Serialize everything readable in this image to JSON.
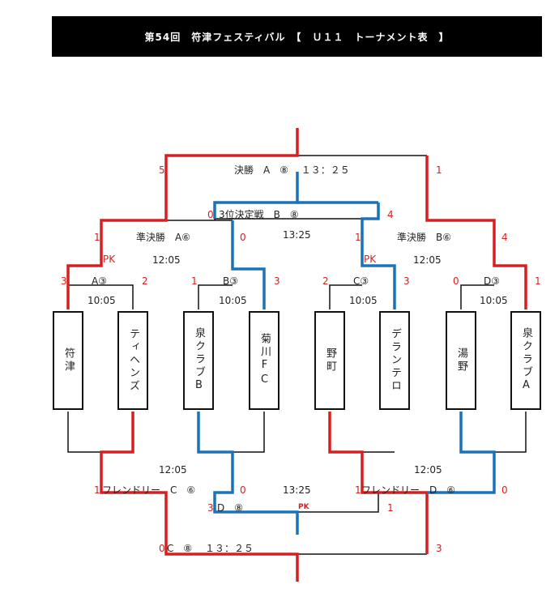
{
  "header": {
    "title": "第54回　符津フェスティバル　【　Ｕ１１　トーナメント表　】"
  },
  "teams": [
    {
      "name": "符津"
    },
    {
      "name": "ティヘンズ"
    },
    {
      "name": "泉クラブB"
    },
    {
      "name": "菊川FC"
    },
    {
      "name": "野町"
    },
    {
      "name": "デランテロ"
    },
    {
      "name": "湯野"
    },
    {
      "name": "泉クラブA"
    }
  ],
  "labels": {
    "final": "決勝　A　⑧　 １３：２５",
    "third_place": "3位決定戦　B　⑧",
    "third_time": "13:25",
    "semi_left": "準決勝　A⑥",
    "semi_left_time": "12:05",
    "semi_right": "準決勝　B⑥",
    "semi_right_time": "12:05",
    "q1": "A③",
    "q1_time": "10:05",
    "q2": "B③",
    "q2_time": "10:05",
    "q3": "C③",
    "q3_time": "10:05",
    "q4": "D③",
    "q4_time": "10:05",
    "friendly_left_time": "12:05",
    "friendly_left": "フレンドリー　C　⑥",
    "friendly_right_time": "12:05",
    "friendly_right": "フレンドリー　D　⑥",
    "bottom_mid_time": "13:25",
    "bottom_mid": "D　⑧",
    "bottom_final": "C　⑧　 １３：２５"
  },
  "scores": {
    "final_left": "5",
    "final_right": "1",
    "third_left": "0",
    "third_right": "4",
    "semi_a_left": "1",
    "semi_a_right": "0",
    "semi_b_left": "1",
    "semi_b_right": "4",
    "q1_left": "3",
    "q1_right": "2",
    "q2_left": "1",
    "q2_right": "3",
    "q3_left": "2",
    "q3_right": "3",
    "q4_left": "0",
    "q4_right": "1",
    "friendly_c_left": "1",
    "friendly_c_right": "0",
    "friendly_d_left": "1",
    "friendly_d_right": "0",
    "bottom_d_left": "3",
    "bottom_d_right": "1",
    "bottom_c_left": "0",
    "bottom_c_right": "3"
  },
  "pk": {
    "semi_left": "PK",
    "semi_right": "PK",
    "bottom_mid": "PK"
  },
  "colors": {
    "winner": "#d62020",
    "loser_advance": "#1b72b8",
    "line": "#111111"
  }
}
